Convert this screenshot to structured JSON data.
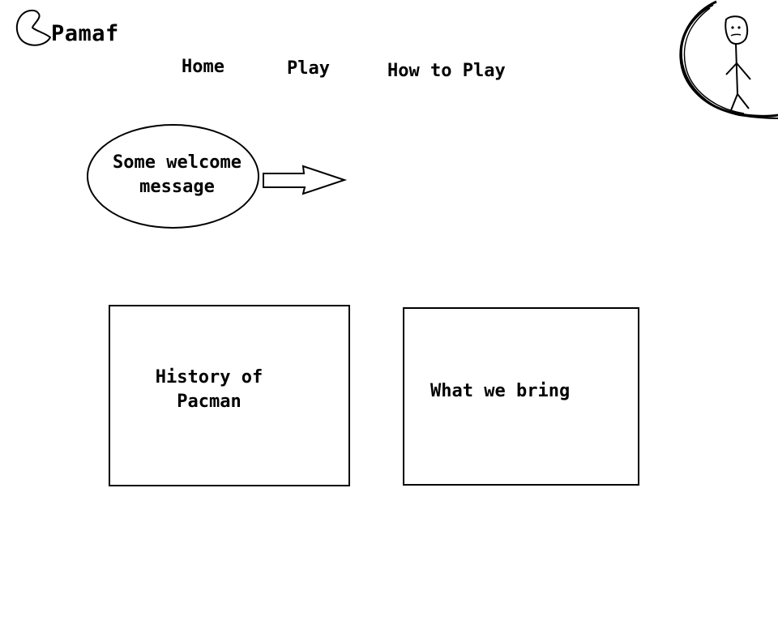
{
  "header": {
    "logo_icon": "pacman-icon",
    "logo_text": "Pamaf"
  },
  "nav": {
    "home": "Home",
    "play": "Play",
    "how_to_play": "How to Play"
  },
  "profile": {
    "icon": "stick-figure-avatar-icon"
  },
  "welcome": {
    "message": "Some welcome message",
    "arrow_icon": "right-arrow-icon"
  },
  "boxes": {
    "history": "History of Pacman",
    "what_we_bring": "What we bring"
  },
  "colors": {
    "ink": "#000000",
    "background": "#ffffff"
  }
}
